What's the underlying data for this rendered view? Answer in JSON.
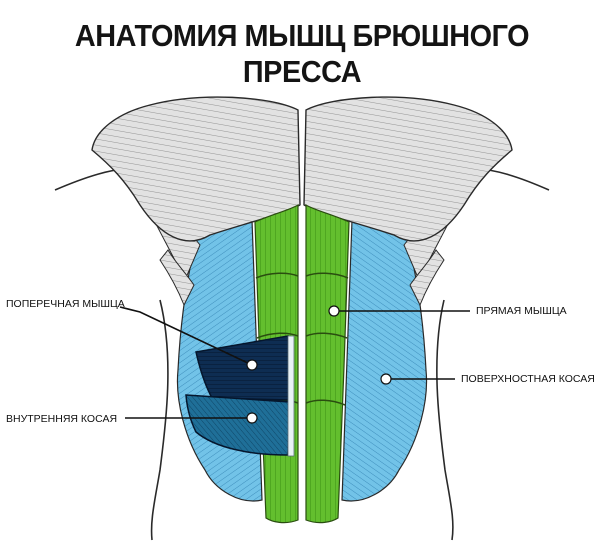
{
  "title": "АНАТОМИЯ МЫШЦ БРЮШНОГО ПРЕССА",
  "labels": {
    "transverse": "ПОПЕРЕЧНАЯ МЫШЦА",
    "internal_oblique": "ВНУТРЕННЯЯ КОСАЯ",
    "rectus": "ПРЯМАЯ МЫШЦА",
    "external_oblique": "ПОВЕРХНОСТНАЯ КОСАЯ"
  },
  "colors": {
    "rectus_green": "#5cb82a",
    "oblique_blue": "#6ec3e6",
    "transverse_navy": "#0c2a4c",
    "internal_teal": "#1d6d95",
    "pectoral_gray": "#dcdcdc",
    "outline": "#2a2a2a"
  }
}
